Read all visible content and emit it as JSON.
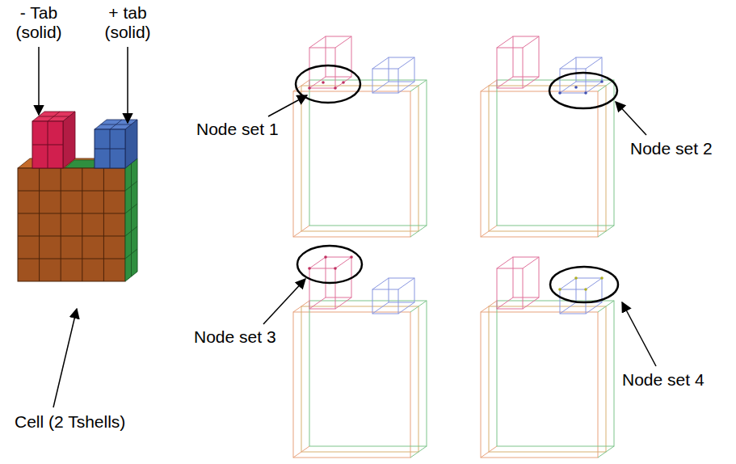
{
  "diagram": {
    "labels": [
      "- Tab (solid)",
      "+ tab (solid)",
      "Cell (2 Tshells)",
      "Node set 1",
      "Node set 2",
      "Node set 3",
      "Node set 4"
    ]
  }
}
